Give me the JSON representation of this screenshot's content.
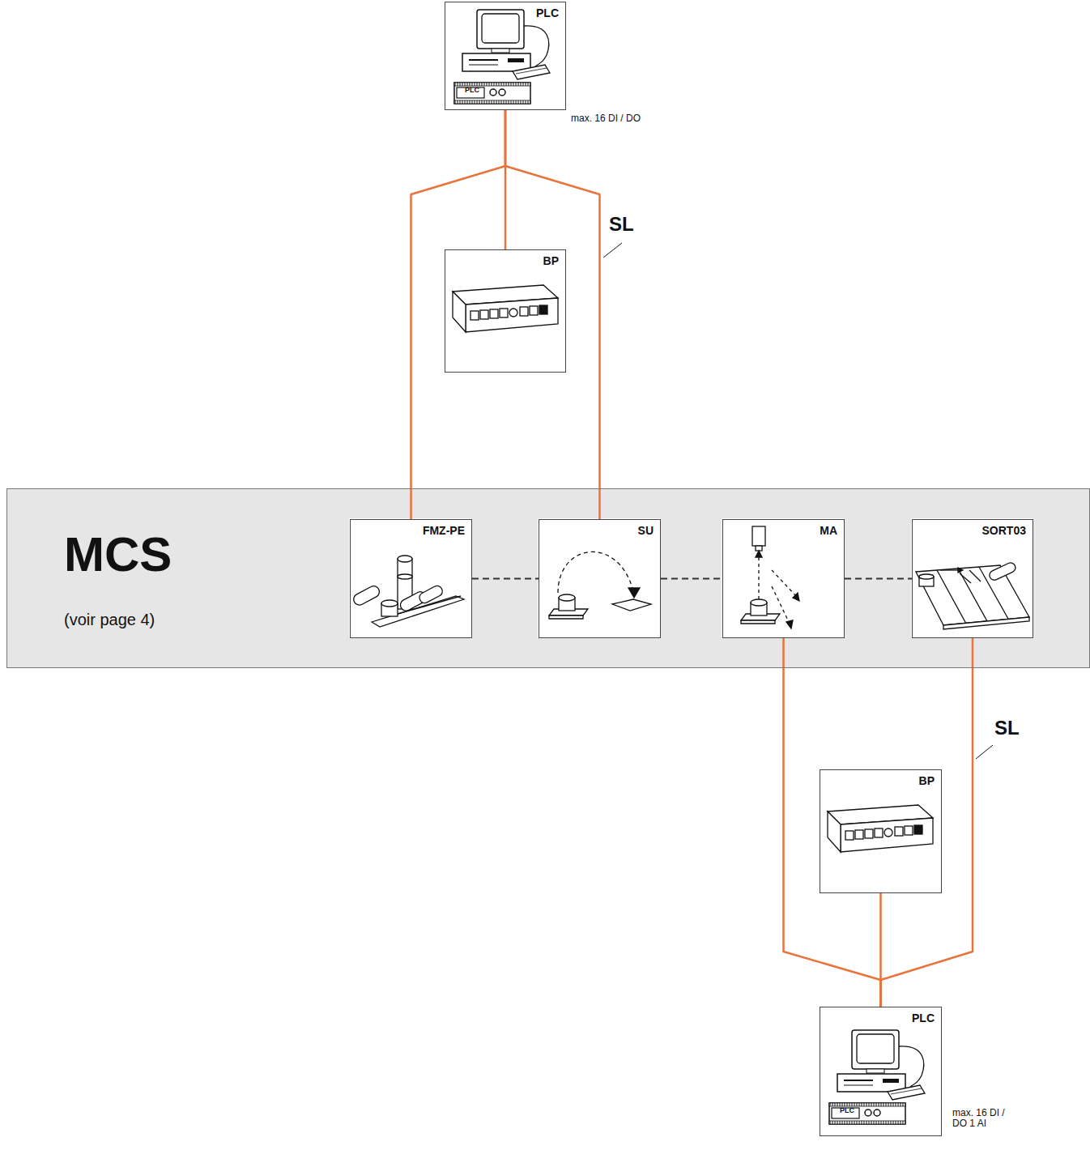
{
  "diagram": {
    "nodes": [
      {
        "text": [
          "PLC"
        ]
      },
      {
        "text": [
          "BP"
        ]
      },
      {
        "text": [
          "MCS",
          "(voir page 4)"
        ]
      },
      {
        "text": [
          "FMZ-PE"
        ],
        "in": 2
      },
      {
        "text": [
          "SU"
        ],
        "in": 2
      },
      {
        "text": [
          "MA"
        ],
        "in": 2
      },
      {
        "text": [
          "SORT03"
        ],
        "in": 2
      },
      {
        "text": [
          "BP"
        ]
      },
      {
        "text": [
          "PLC"
        ]
      }
    ],
    "edges": [
      {
        "from": 0,
        "to": 3,
        "arrow": "none"
      },
      {
        "from": 0,
        "to": 1,
        "arrow": "none"
      },
      {
        "from": 0,
        "to": 4,
        "arrow": "none"
      },
      {
        "from": 3,
        "to": 4,
        "arrow": "none"
      },
      {
        "from": 4,
        "to": 5,
        "arrow": "none"
      },
      {
        "from": 5,
        "to": 6,
        "arrow": "none"
      },
      {
        "from": 8,
        "to": 5,
        "arrow": "none"
      },
      {
        "from": 8,
        "to": 7,
        "arrow": "none"
      },
      {
        "from": 8,
        "to": 6,
        "arrow": "none"
      }
    ],
    "labels": [
      "max. 16 DI / DO",
      "PLC",
      "SL",
      "SL",
      "PLC",
      "max. 16 DI / DO 1 AI"
    ]
  }
}
